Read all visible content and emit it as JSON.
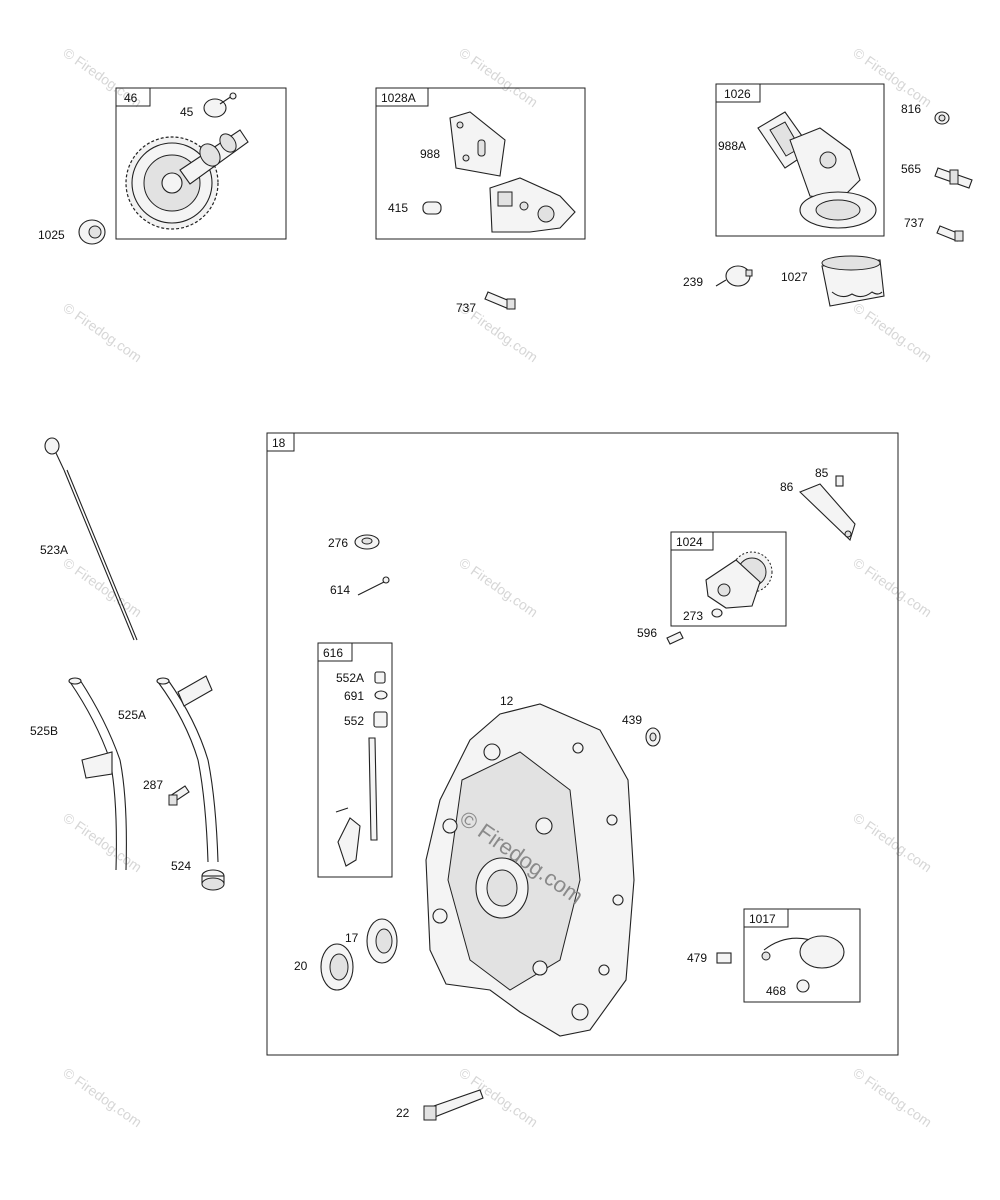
{
  "boxes": {
    "b46": "46",
    "b1028A": "1028A",
    "b1026": "1026",
    "b18": "18",
    "b1024": "1024",
    "b616": "616",
    "b1017": "1017"
  },
  "parts": {
    "p45": "45",
    "p1025": "1025",
    "p988": "988",
    "p415": "415",
    "p737a": "737",
    "p988A": "988A",
    "p816": "816",
    "p565": "565",
    "p737b": "737",
    "p239": "239",
    "p1027": "1027",
    "p523A": "523A",
    "p525B": "525B",
    "p525A": "525A",
    "p287": "287",
    "p524": "524",
    "p276": "276",
    "p614": "614",
    "p552A": "552A",
    "p691": "691",
    "p552": "552",
    "p12": "12",
    "p439": "439",
    "p85": "85",
    "p86": "86",
    "p273": "273",
    "p596": "596",
    "p17": "17",
    "p20": "20",
    "p479": "479",
    "p468": "468",
    "p22": "22"
  },
  "watermark": {
    "tile_text": "© Firedog.com",
    "center_text": "© Firedog.com"
  }
}
